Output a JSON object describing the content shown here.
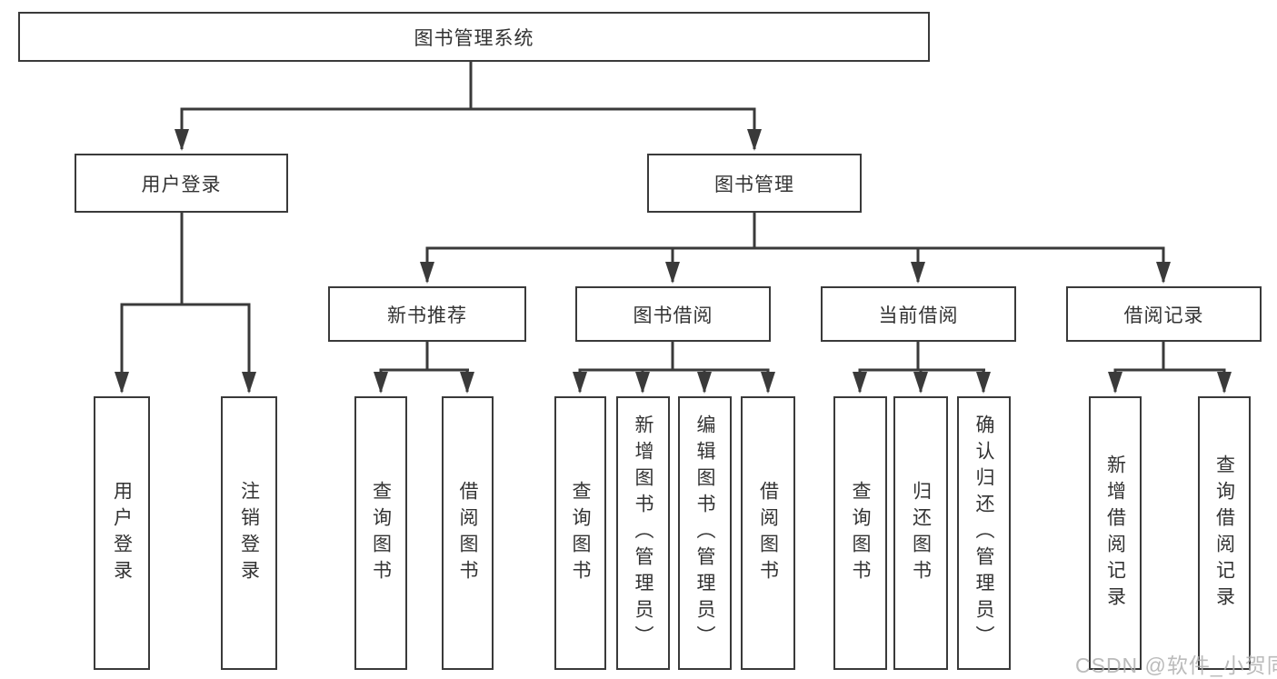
{
  "diagram": {
    "root": "图书管理系统",
    "branches": {
      "user_login": {
        "label": "用户登录",
        "children": [
          "用户登录",
          "注销登录"
        ]
      },
      "book_mgmt": {
        "label": "图书管理",
        "sections": {
          "new_books": {
            "label": "新书推荐",
            "children": [
              "查询图书",
              "借阅图书"
            ]
          },
          "book_borrow": {
            "label": "图书借阅",
            "children": [
              "查询图书",
              "新增图书（管理员）",
              "编辑图书（管理员）",
              "借阅图书"
            ]
          },
          "current_borrow": {
            "label": "当前借阅",
            "children": [
              "查询图书",
              "归还图书",
              "确认归还（管理员）"
            ]
          },
          "borrow_records": {
            "label": "借阅记录",
            "children": [
              "新增借阅记录",
              "查询借阅记录"
            ]
          }
        }
      }
    }
  },
  "watermark": "CSDN @软件_小贺同学",
  "colors": {
    "line": "#3a3a3a",
    "text": "#333333",
    "watermark": "#afafaf",
    "background": "#ffffff"
  }
}
